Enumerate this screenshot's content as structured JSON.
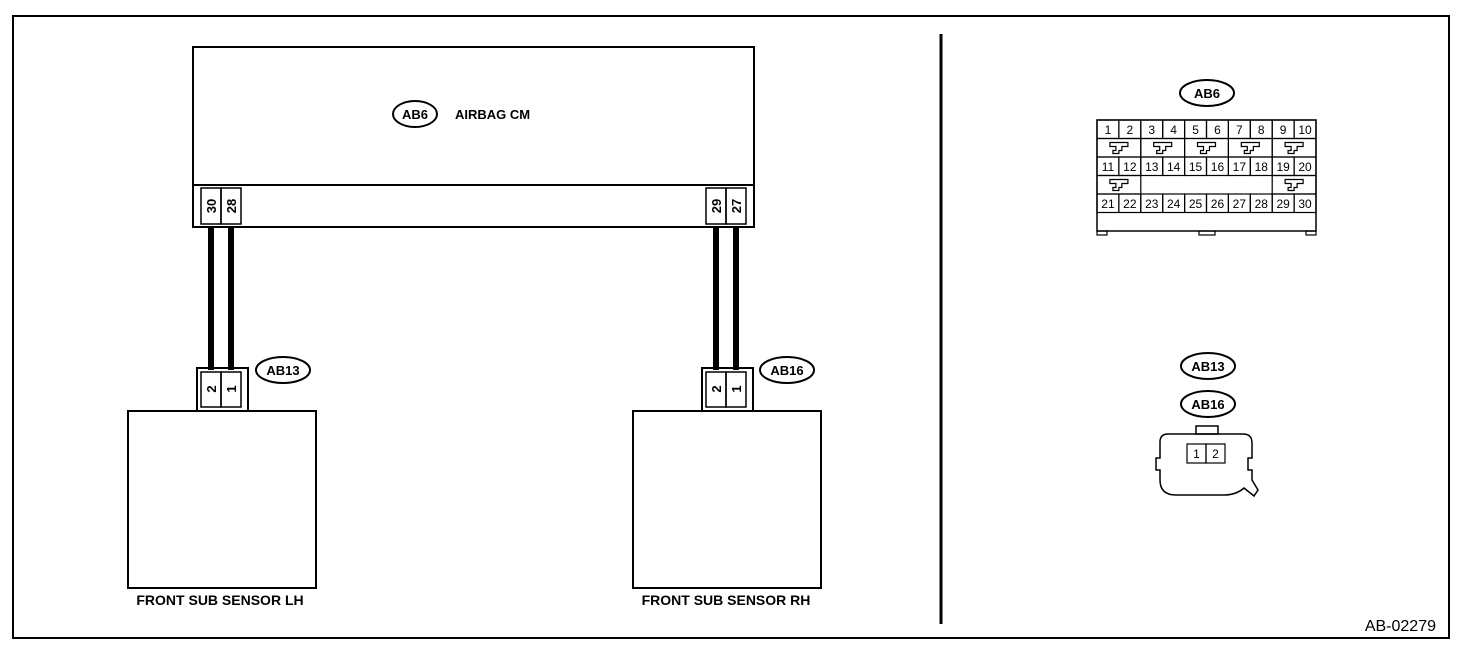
{
  "diagram_id": "AB-02279",
  "control_module": {
    "connector": "AB6",
    "name": "AIRBAG CM",
    "terminals_left": [
      "30",
      "28"
    ],
    "terminals_right": [
      "29",
      "27"
    ]
  },
  "sensor_lh": {
    "connector": "AB13",
    "name": "FRONT SUB SENSOR LH",
    "terminals": [
      "2",
      "1"
    ]
  },
  "sensor_rh": {
    "connector": "AB16",
    "name": "FRONT SUB SENSOR RH",
    "terminals": [
      "2",
      "1"
    ]
  },
  "connector_views": {
    "ab6": {
      "label": "AB6",
      "row1": [
        "1",
        "2",
        "3",
        "4",
        "5",
        "6",
        "7",
        "8",
        "9",
        "10"
      ],
      "row2": [
        "11",
        "12",
        "13",
        "14",
        "15",
        "16",
        "17",
        "18",
        "19",
        "20"
      ],
      "row3": [
        "21",
        "22",
        "23",
        "24",
        "25",
        "26",
        "27",
        "28",
        "29",
        "30"
      ]
    },
    "ab13_ab16": {
      "labels": [
        "AB13",
        "AB16"
      ],
      "pins": [
        "1",
        "2"
      ]
    }
  }
}
